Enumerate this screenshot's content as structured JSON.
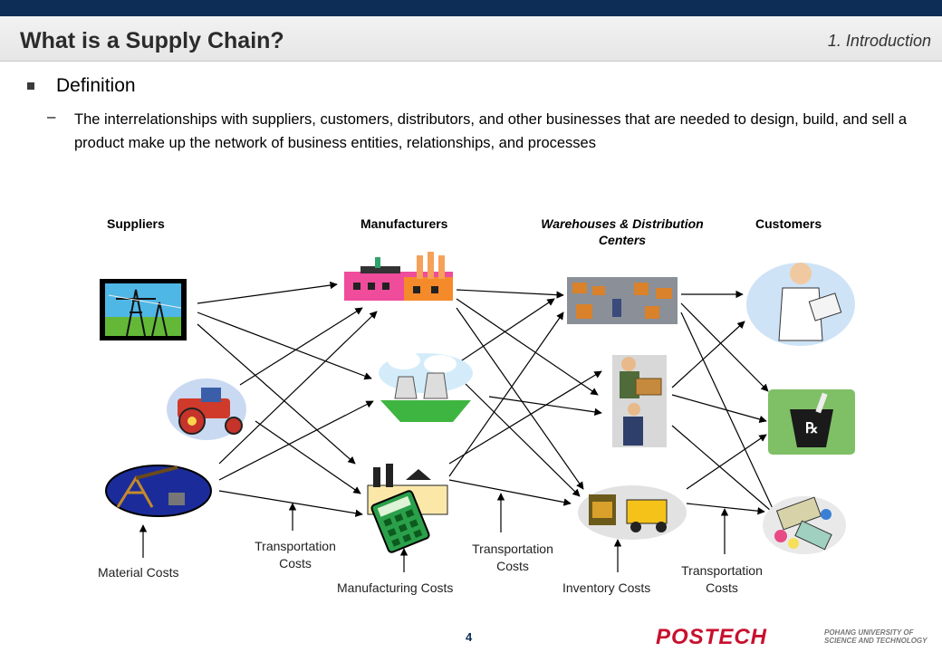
{
  "header": {
    "title": "What is a Supply Chain?",
    "section": "1. Introduction"
  },
  "definition": {
    "heading": "Definition",
    "dash": "–",
    "text": "The interrelationships with suppliers, customers, distributors, and other businesses that are needed to design, build, and sell a product make up the network of business entities, relationships, and processes"
  },
  "columns": {
    "suppliers": "Suppliers",
    "manufacturers": "Manufacturers",
    "warehouses": "Warehouses & Distribution Centers",
    "customers": "Customers"
  },
  "costs": {
    "material": "Material Costs",
    "transport1": "Transportation Costs",
    "manufacturing": "Manufacturing Costs",
    "transport2": "Transportation Costs",
    "inventory": "Inventory Costs",
    "transport3": "Transportation Costs"
  },
  "footer": {
    "page": "4",
    "logo": "POSTECH",
    "university": "POHANG UNIVERSITY OF SCIENCE AND TECHNOLOGY"
  },
  "colors": {
    "navy": "#0d2d57",
    "brand_red": "#c8102e"
  }
}
